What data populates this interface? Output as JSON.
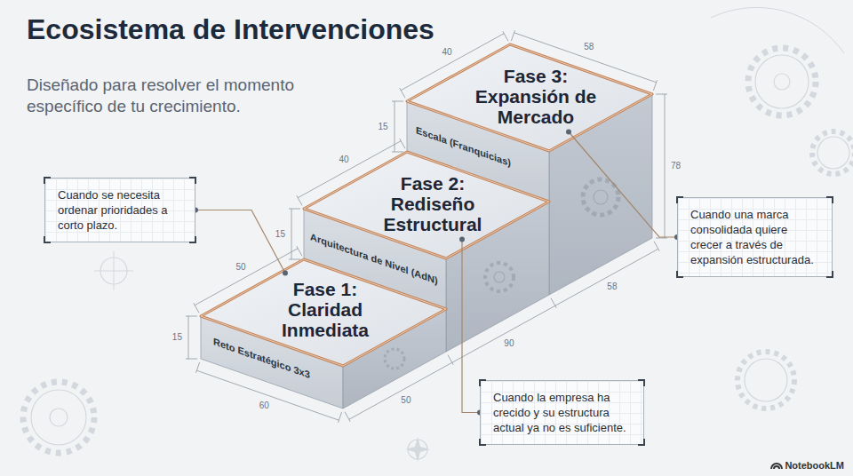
{
  "diagram": {
    "title": "Ecosistema de Intervenciones",
    "nodes": [
      {
        "text": [
          "Fase 1: Claridad Inmediata",
          "Reto Estratégico 3x3"
        ]
      },
      {
        "text": [
          "Fase 2: Rediseño Estructural",
          "Arquitectura de Nivel (AdN)"
        ]
      },
      {
        "text": [
          "Fase 3: Expansión de Mercado",
          "Escala (Franquicias)"
        ]
      },
      {
        "text": [
          "Cuando se necesita ordenar prioridades a corto plazo."
        ]
      },
      {
        "text": [
          "Cuando la empresa ha crecido y su estructura actual ya no es suficiente."
        ]
      },
      {
        "text": [
          "Cuando una marca consolidada quiere crecer a través de expansión estructurada."
        ]
      }
    ],
    "edges": [
      {
        "from": 3,
        "to": 0,
        "arrow": "none"
      },
      {
        "from": 4,
        "to": 1,
        "arrow": "none"
      },
      {
        "from": 5,
        "to": 2,
        "arrow": "none"
      }
    ],
    "labels": [
      "Diseñado para resolver el momento específico de tu crecimiento.",
      "40",
      "58",
      "15",
      "40",
      "78",
      "15",
      "50",
      "15",
      "60",
      "50",
      "90",
      "58",
      "NotebookLM"
    ]
  }
}
